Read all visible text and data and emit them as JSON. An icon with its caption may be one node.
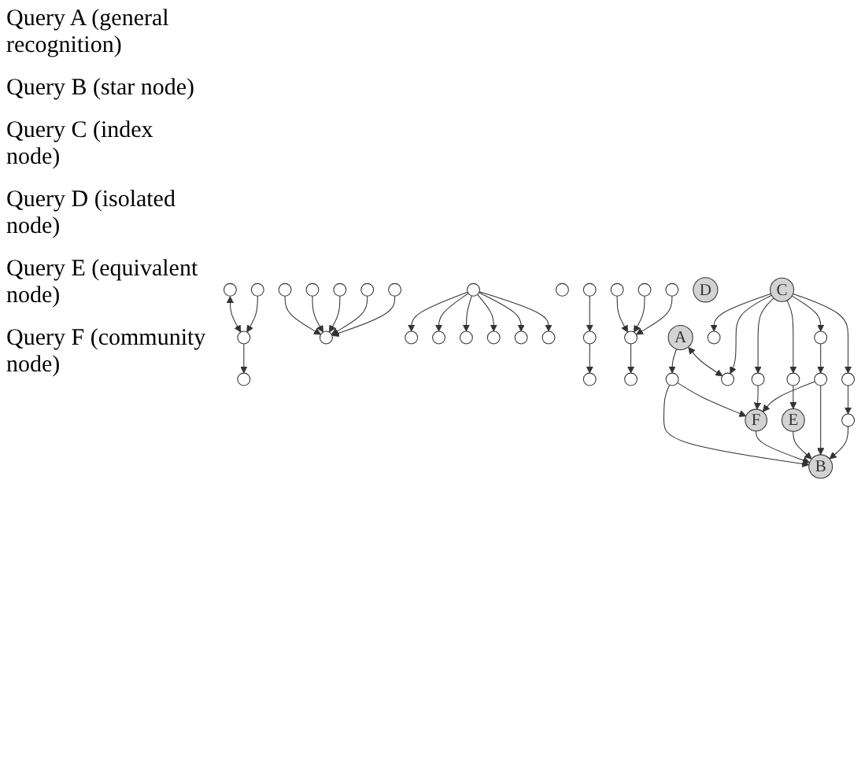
{
  "diagram": {
    "nodes": [
      {
        "text": [],
        "shape": "circle"
      },
      {
        "text": [],
        "shape": "circle"
      },
      {
        "text": [],
        "shape": "circle"
      },
      {
        "text": [],
        "shape": "circle"
      },
      {
        "text": [],
        "shape": "circle"
      },
      {
        "text": [],
        "shape": "circle"
      },
      {
        "text": [],
        "shape": "circle"
      },
      {
        "text": [],
        "shape": "circle"
      },
      {
        "text": [],
        "shape": "circle"
      },
      {
        "text": [],
        "shape": "circle"
      },
      {
        "text": [],
        "shape": "circle"
      },
      {
        "text": [],
        "shape": "circle"
      },
      {
        "text": [],
        "shape": "circle"
      },
      {
        "text": [],
        "shape": "circle"
      },
      {
        "text": [],
        "shape": "circle"
      },
      {
        "text": [],
        "shape": "circle"
      },
      {
        "text": [],
        "shape": "circle"
      },
      {
        "text": [],
        "shape": "circle"
      },
      {
        "text": [],
        "shape": "circle"
      },
      {
        "text": [],
        "shape": "circle"
      },
      {
        "text": [],
        "shape": "circle"
      },
      {
        "text": [],
        "shape": "circle"
      },
      {
        "text": [],
        "shape": "circle"
      },
      {
        "text": [],
        "shape": "circle"
      },
      {
        "text": [],
        "shape": "circle"
      },
      {
        "text": [],
        "shape": "circle"
      },
      {
        "text": [],
        "shape": "circle"
      },
      {
        "text": [
          "D"
        ]
      },
      {
        "text": [
          "A"
        ]
      },
      {
        "text": [],
        "shape": "circle"
      },
      {
        "text": [],
        "shape": "circle"
      },
      {
        "text": [
          "F"
        ]
      },
      {
        "text": [],
        "shape": "circle"
      },
      {
        "text": [
          "C"
        ]
      },
      {
        "text": [],
        "shape": "circle"
      },
      {
        "text": [
          "E"
        ]
      },
      {
        "text": [],
        "shape": "circle"
      },
      {
        "text": [
          "B"
        ]
      },
      {
        "text": [],
        "shape": "circle"
      },
      {
        "text": [],
        "shape": "circle"
      },
      {
        "text": [],
        "shape": "circle"
      }
    ],
    "edges": [
      {
        "from": 2,
        "to": 0,
        "arrow": "to"
      },
      {
        "from": 1,
        "to": 2,
        "arrow": "both"
      },
      {
        "from": 3,
        "to": 2,
        "arrow": "to"
      },
      {
        "from": 4,
        "to": 7,
        "arrow": "to"
      },
      {
        "from": 5,
        "to": 7,
        "arrow": "to"
      },
      {
        "from": 6,
        "to": 7,
        "arrow": "to"
      },
      {
        "from": 8,
        "to": 7,
        "arrow": "to"
      },
      {
        "from": 9,
        "to": 7,
        "arrow": "to"
      },
      {
        "from": 13,
        "to": 10,
        "arrow": "to"
      },
      {
        "from": 13,
        "to": 11,
        "arrow": "to"
      },
      {
        "from": 13,
        "to": 12,
        "arrow": "to"
      },
      {
        "from": 13,
        "to": 14,
        "arrow": "to"
      },
      {
        "from": 13,
        "to": 15,
        "arrow": "to"
      },
      {
        "from": 13,
        "to": 16,
        "arrow": "to"
      },
      {
        "from": 18,
        "to": 19,
        "arrow": "to"
      },
      {
        "from": 19,
        "to": 20,
        "arrow": "to"
      },
      {
        "from": 21,
        "to": 23,
        "arrow": "to"
      },
      {
        "from": 22,
        "to": 23,
        "arrow": "to"
      },
      {
        "from": 23,
        "to": 24,
        "arrow": "to"
      },
      {
        "from": 25,
        "to": 23,
        "arrow": "to"
      },
      {
        "from": 28,
        "to": 26,
        "arrow": "to"
      },
      {
        "from": 26,
        "to": 31,
        "arrow": "to"
      },
      {
        "from": 26,
        "to": 37,
        "arrow": "to"
      },
      {
        "from": 28,
        "to": 29,
        "arrow": "both"
      },
      {
        "from": 33,
        "to": 29,
        "arrow": "to"
      },
      {
        "from": 33,
        "to": 30,
        "arrow": "to"
      },
      {
        "from": 33,
        "to": 32,
        "arrow": "to"
      },
      {
        "from": 32,
        "to": 31,
        "arrow": "to"
      },
      {
        "from": 33,
        "to": 34,
        "arrow": "to"
      },
      {
        "from": 34,
        "to": 35,
        "arrow": "to"
      },
      {
        "from": 31,
        "to": 37,
        "arrow": "to"
      },
      {
        "from": 33,
        "to": 36,
        "arrow": "to"
      },
      {
        "from": 33,
        "to": 38,
        "arrow": "to"
      },
      {
        "from": 35,
        "to": 37,
        "arrow": "to"
      },
      {
        "from": 36,
        "to": 39,
        "arrow": "to"
      },
      {
        "from": 39,
        "to": 31,
        "arrow": "to"
      },
      {
        "from": 39,
        "to": 37,
        "arrow": "to"
      },
      {
        "from": 38,
        "to": 40,
        "arrow": "to"
      },
      {
        "from": 40,
        "to": 37,
        "arrow": "to"
      }
    ],
    "labels": [
      "Query A (general recognition)",
      "Query B (star node)",
      "Query C (index node)",
      "Query D (isolated node)",
      "Query E (equivalent node)",
      "Query F (community node)"
    ]
  }
}
